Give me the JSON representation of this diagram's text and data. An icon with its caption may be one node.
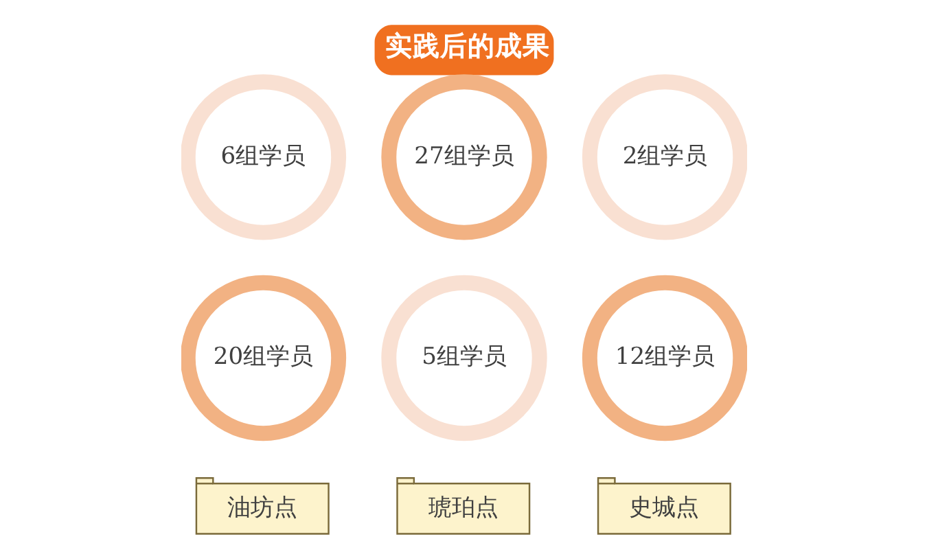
{
  "diagram": {
    "title": "实践后的成果",
    "nodes": [
      {
        "text": [
          "6组学员"
        ]
      },
      {
        "text": [
          "油坊点"
        ]
      },
      {
        "text": [
          "27组学员"
        ]
      },
      {
        "text": [
          "2组学员"
        ]
      },
      {
        "text": [
          "琥珀点"
        ]
      },
      {
        "text": [
          "20组学员"
        ]
      },
      {
        "text": [
          "5组学员"
        ]
      },
      {
        "text": [
          "史城点"
        ]
      },
      {
        "text": [
          "12组学员"
        ]
      }
    ]
  }
}
